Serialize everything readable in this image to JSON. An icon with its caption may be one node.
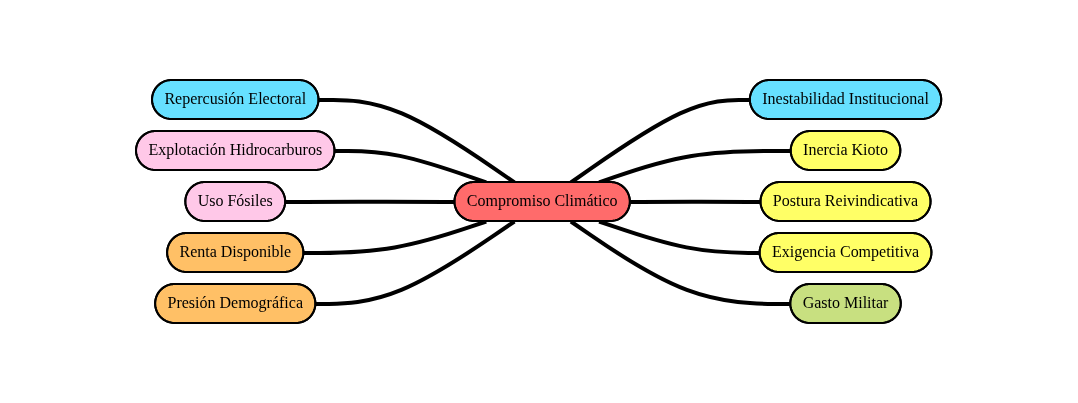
{
  "diagram": {
    "nodes": [
      {
        "text": [
          "Compromiso Climático"
        ]
      },
      {
        "text": [
          "Repercusión Electoral"
        ]
      },
      {
        "text": [
          "Explotación Hidrocarburos"
        ]
      },
      {
        "text": [
          "Uso Fósiles"
        ]
      },
      {
        "text": [
          "Renta Disponible"
        ]
      },
      {
        "text": [
          "Presión Demográfica"
        ]
      },
      {
        "text": [
          "Inestabilidad Institucional"
        ]
      },
      {
        "text": [
          "Inercia Kioto"
        ]
      },
      {
        "text": [
          "Postura Reivindicativa"
        ]
      },
      {
        "text": [
          "Exigencia Competitiva"
        ]
      },
      {
        "text": [
          "Gasto Militar"
        ]
      }
    ],
    "edges": [
      {
        "from": 1,
        "to": 0,
        "arrow": "none"
      },
      {
        "from": 2,
        "to": 0,
        "arrow": "none"
      },
      {
        "from": 3,
        "to": 0,
        "arrow": "none"
      },
      {
        "from": 4,
        "to": 0,
        "arrow": "none"
      },
      {
        "from": 5,
        "to": 0,
        "arrow": "none"
      },
      {
        "from": 0,
        "to": 6,
        "arrow": "none"
      },
      {
        "from": 0,
        "to": 7,
        "arrow": "none"
      },
      {
        "from": 0,
        "to": 8,
        "arrow": "none"
      },
      {
        "from": 0,
        "to": 9,
        "arrow": "none"
      },
      {
        "from": 0,
        "to": 10,
        "arrow": "none"
      }
    ]
  }
}
